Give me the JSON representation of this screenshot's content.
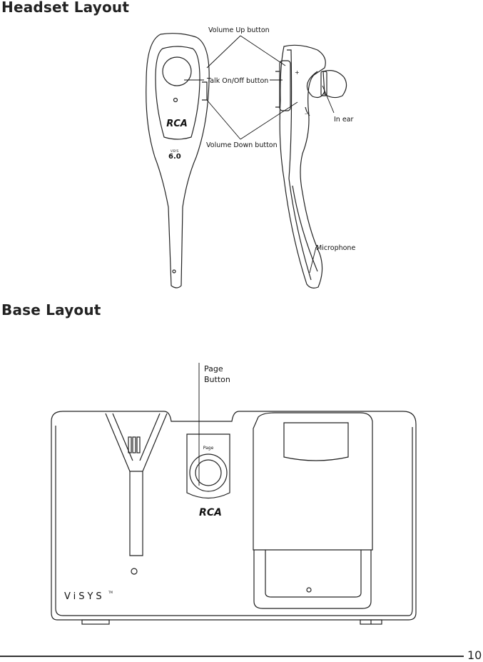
{
  "sections": {
    "headset": {
      "title": "Headset Layout",
      "labels": {
        "volume_up": "Volume Up button",
        "talk": "Talk On/Off button",
        "volume_down": "Volume Down button",
        "in_ear": "In ear",
        "microphone": "Microphone"
      },
      "brand": "RCA",
      "version": "6.0",
      "version_prefix": "ViSYS"
    },
    "base": {
      "title": "Base Layout",
      "page_label_line1": "Page",
      "page_label_line2": "Button",
      "page_button_text": "Page",
      "brand": "RCA",
      "product_name": "ViSYS",
      "trademark": "TM"
    }
  },
  "footer": {
    "page_number": "10"
  }
}
